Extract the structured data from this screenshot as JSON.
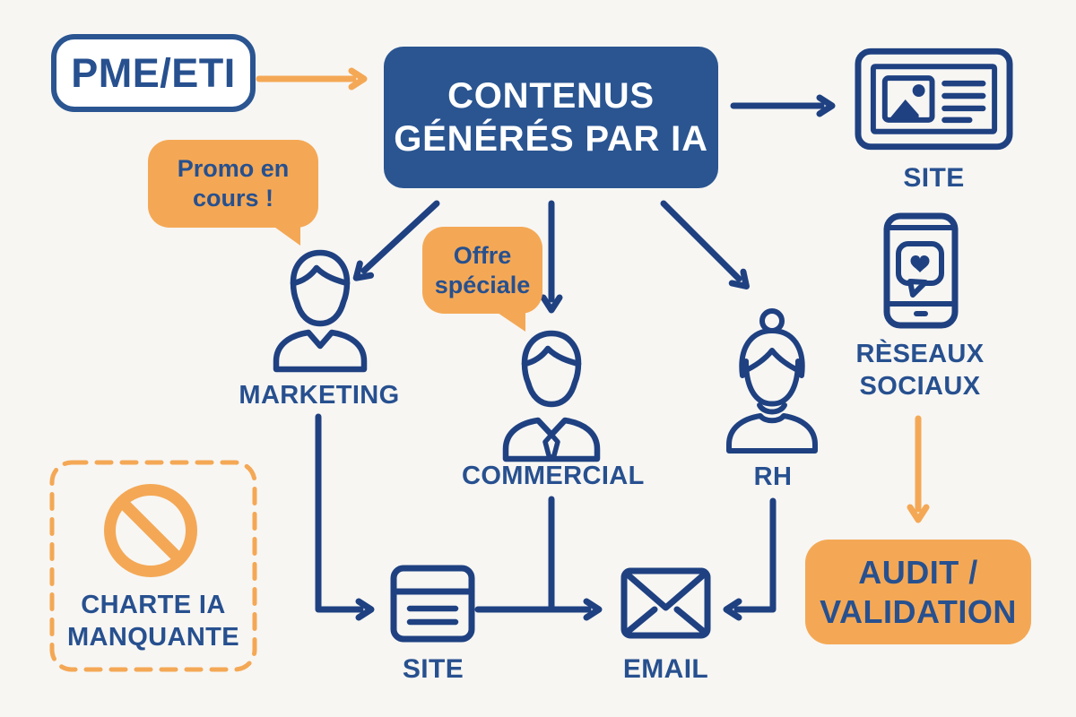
{
  "palette": {
    "background": "#f7f6f3",
    "navy": "#1f4181",
    "blue": "#2a5591",
    "text": "#27508f",
    "orange": "#f4a855",
    "white": "#ffffff"
  },
  "nodes": {
    "pme": {
      "label": "PME/ETI"
    },
    "main": {
      "line1": "CONTENUS",
      "line2": "GÉNÉRÉS PAR IA"
    },
    "site_top": {
      "label": "SITE",
      "icon": "website-browser-icon"
    },
    "social": {
      "line1": "RÈSEAUX",
      "line2": "SOCIAUX",
      "icon": "smartphone-heart-icon"
    },
    "audit": {
      "line1": "AUDIT /",
      "line2": "VALIDATION"
    },
    "marketing": {
      "label": "MARKETING",
      "icon": "person-male-icon"
    },
    "commercial": {
      "label": "COMMERCIAL",
      "icon": "person-tie-icon"
    },
    "rh": {
      "label": "RH",
      "icon": "person-female-bun-icon"
    },
    "site_bottom": {
      "label": "SITE",
      "icon": "webpage-lines-icon"
    },
    "email": {
      "label": "EMAIL",
      "icon": "envelope-icon"
    },
    "charte": {
      "line1": "CHARTE IA",
      "line2": "MANQUANTE",
      "icon": "prohibition-icon"
    }
  },
  "bubbles": {
    "promo": {
      "line1": "Promo en",
      "line2": "cours !"
    },
    "offre": {
      "line1": "Offre",
      "line2": "spéciale"
    }
  }
}
